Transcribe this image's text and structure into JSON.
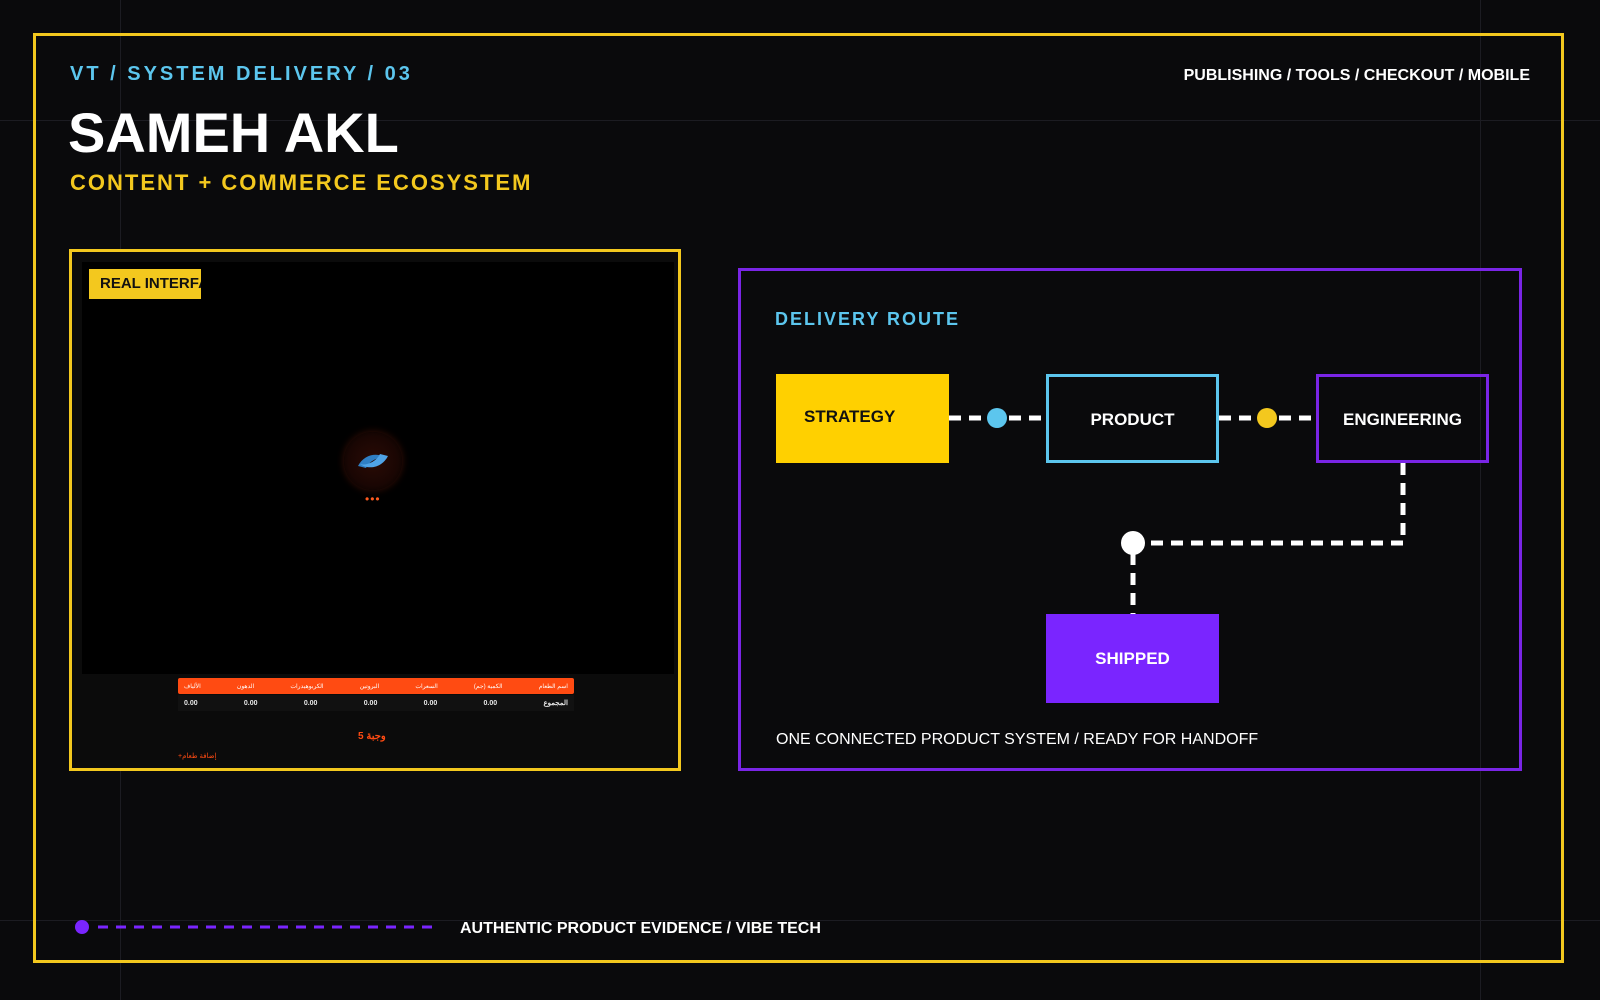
{
  "header": {
    "kicker": "VT / SYSTEM DELIVERY / 03",
    "title": "SAMEH AKL",
    "subtitle": "CONTENT + COMMERCE ECOSYSTEM",
    "topnav": "PUBLISHING / TOOLS / CHECKOUT / MOBILE"
  },
  "screenshot": {
    "badge": "REAL INTERFACE",
    "loader_dots": "•••",
    "table": {
      "headers": [
        "اسم الطعام",
        "الكمية (جم)",
        "السعرات",
        "البروتين",
        "الكربوهيدرات",
        "الدهون",
        "الألياف"
      ],
      "row": [
        "المجموع",
        "0.00",
        "0.00",
        "0.00",
        "0.00",
        "0.00",
        "0.00"
      ]
    },
    "meals_label": "5 وجبة",
    "add_link": "+إضافة طعام"
  },
  "route": {
    "label": "DELIVERY ROUTE",
    "nodes": {
      "strategy": "STRATEGY",
      "product": "PRODUCT",
      "engineering": "ENGINEERING",
      "shipped": "SHIPPED"
    },
    "footer": "ONE CONNECTED PRODUCT SYSTEM / READY FOR HANDOFF"
  },
  "footer": {
    "text": "AUTHENTIC PRODUCT EVIDENCE / VIBE TECH"
  },
  "colors": {
    "accent_yellow": "#f3c81e",
    "accent_cyan": "#5cc6ee",
    "accent_purple": "#7a25e6",
    "app_orange": "#ff4b12"
  }
}
